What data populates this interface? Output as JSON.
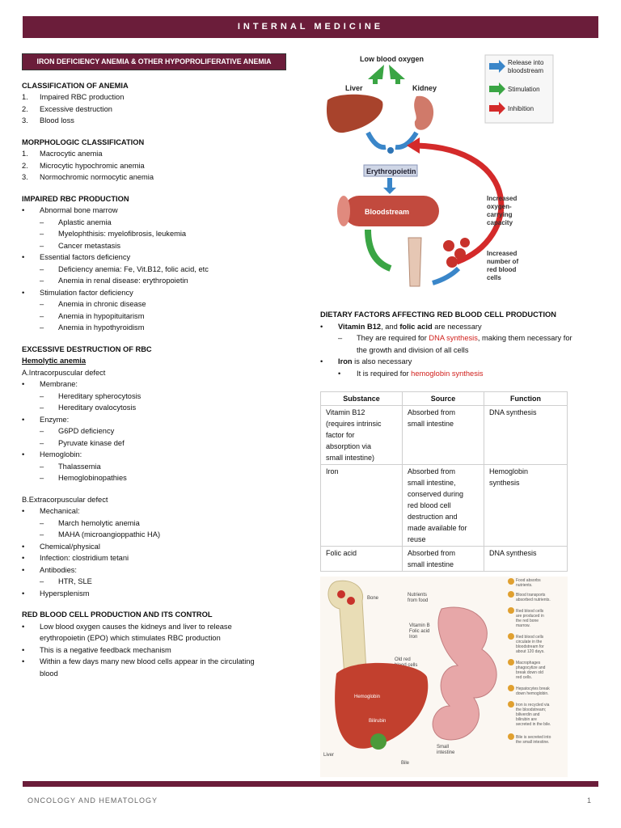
{
  "header": {
    "title": "INTERNAL MEDICINE"
  },
  "footer": {
    "left": "ONCOLOGY AND HEMATOLOGY",
    "page": "1"
  },
  "section_banner": "IRON DEFICIENCY ANEMIA & OTHER HYPOPROLIFERATIVE ANEMIA",
  "classification": {
    "heading": "CLASSIFICATION OF ANEMIA",
    "items": [
      "Impaired RBC production",
      "Excessive destruction",
      "Blood loss"
    ]
  },
  "morphologic": {
    "heading": "MORPHOLOGIC CLASSIFICATION",
    "items": [
      "Macrocytic anemia",
      "Microcytic hypochromic anemia",
      "Normochromic normocytic anemia"
    ]
  },
  "impaired": {
    "heading": "IMPAIRED RBC PRODUCTION",
    "b1": "Abnormal bone marrow",
    "b1_subs": [
      "Aplastic anemia",
      "Myelophthisis: myelofibrosis, leukemia",
      "Cancer metastasis"
    ],
    "b2": "Essential factors deficiency",
    "b2_subs": [
      "Deficiency anemia: Fe, Vit.B12, folic acid, etc",
      "Anemia in renal disease: erythropoietin"
    ],
    "b3": "Stimulation factor deficiency",
    "b3_subs": [
      "Anemia in chronic disease",
      "Anemia in hypopituitarism",
      "Anemia in hypothyroidism"
    ]
  },
  "excessive": {
    "heading": "EXCESSIVE DESTRUCTION OF RBC",
    "sub_heading": "Hemolytic anemia",
    "a_label": "A.Intracorpuscular defect",
    "membrane": "Membrane:",
    "membrane_subs": [
      "Hereditary spherocytosis",
      "Hereditary ovalocytosis"
    ],
    "enzyme": "Enzyme:",
    "enzyme_subs": [
      "G6PD deficiency",
      "Pyruvate kinase def"
    ],
    "hemoglobin": "Hemoglobin:",
    "hemoglobin_subs": [
      "Thalassemia",
      "Hemoglobinopathies"
    ],
    "b_label": "B.Extracorpuscular defect",
    "mechanical": "Mechanical:",
    "mechanical_subs": [
      "March hemolytic anemia",
      "MAHA (microangioppathic HA)"
    ],
    "chemical": "Chemical/physical",
    "infection": "Infection: clostridium tetani",
    "antibodies": "Antibodies:",
    "antibodies_subs": [
      "HTR, SLE"
    ],
    "hypersplenism": "Hypersplenism"
  },
  "rbc_control": {
    "heading": "RED BLOOD CELL PRODUCTION AND ITS CONTROL",
    "items": [
      "Low blood oxygen causes the kidneys and liver to release",
      "erythropoietin (EPO) which stimulates RBC production",
      "This is a negative feedback mechanism",
      "Within a few days many new blood cells appear in the circulating",
      "blood"
    ]
  },
  "diagram": {
    "low_oxygen": "Low blood oxygen",
    "liver": "Liver",
    "kidney": "Kidney",
    "erythropoietin": "Erythropoietin",
    "bloodstream": "Bloodstream",
    "oxygen_capacity": [
      "Increased",
      "oxygen-",
      "carrying",
      "capacity"
    ],
    "rbc_number": [
      "Increased",
      "number of",
      "red blood",
      "cells"
    ],
    "legend": {
      "release": [
        "Release into",
        "bloodstream"
      ],
      "stimulation": "Stimulation",
      "inhibition": "Inhibition"
    },
    "colors": {
      "blue": "#3a86c9",
      "green": "#3aa544",
      "red": "#d42a2a",
      "liver": "#a8432c",
      "kidney": "#d07a6a"
    }
  },
  "dietary": {
    "heading": "DIETARY FACTORS AFFECTING RED BLOOD CELL PRODUCTION",
    "p1_bold1": "Vitamin B12",
    "p1_mid": ", and ",
    "p1_bold2": "folic acid",
    "p1_end": " are necessary",
    "p1_sub_pre": "They are required for ",
    "p1_sub_red": "DNA synthesis",
    "p1_sub_post": ", making them necessary for",
    "p1_sub_line2": "the growth and division of all cells",
    "p2_bold": "Iron",
    "p2_end": " is also necessary",
    "p2_sub_pre": "It is required for ",
    "p2_sub_red": "hemoglobin synthesis"
  },
  "table": {
    "headers": [
      "Substance",
      "Source",
      "Function"
    ],
    "rows": [
      [
        [
          "Vitamin B12",
          "(requires intrinsic",
          "factor for",
          "absorption via",
          "small intestine)"
        ],
        [
          "Absorbed from",
          "small intestine"
        ],
        [
          "DNA synthesis"
        ]
      ],
      [
        [
          "Iron"
        ],
        [
          "Absorbed from",
          "small intestine,",
          "conserved during",
          "red blood cell",
          "destruction and",
          "made available for",
          "reuse"
        ],
        [
          "Hemoglobin",
          "synthesis"
        ]
      ],
      [
        [
          "Folic acid"
        ],
        [
          "Absorbed from",
          "small intestine"
        ],
        [
          "DNA synthesis"
        ]
      ]
    ]
  },
  "cycle": {
    "bone": "Bone",
    "nutrients": [
      "Nutrients",
      "from food"
    ],
    "vitamin": [
      "Vitamin B",
      "Folic acid",
      "Iron"
    ],
    "older": [
      "Old red",
      "blood cells"
    ],
    "liver": "Liver",
    "bile": "Bile",
    "small_intestine": [
      "Small",
      "intestine"
    ],
    "hemoglobin": "Hemoglobin",
    "bilirubin": "Bilirubin",
    "steps": [
      [
        "Food absorbs",
        "nutrients."
      ],
      [
        "Blood transports",
        "absorbed nutrients."
      ],
      [
        "Red blood cells",
        "are produced in",
        "the red bone",
        "marrow."
      ],
      [
        "Red blood cells",
        "circulate in the",
        "bloodstream for",
        "about 120 days."
      ],
      [
        "Macrophages",
        "phagocytize and",
        "break down old",
        "red cells."
      ],
      [
        "Hepatocytes break",
        "down hemoglobin."
      ],
      [
        "Iron is recycled via",
        "the bloodstream;",
        "biliverdin and",
        "bilirubin are",
        "secreted in the bile."
      ],
      [
        "Bile is secreted into",
        "the small intestine."
      ]
    ]
  }
}
